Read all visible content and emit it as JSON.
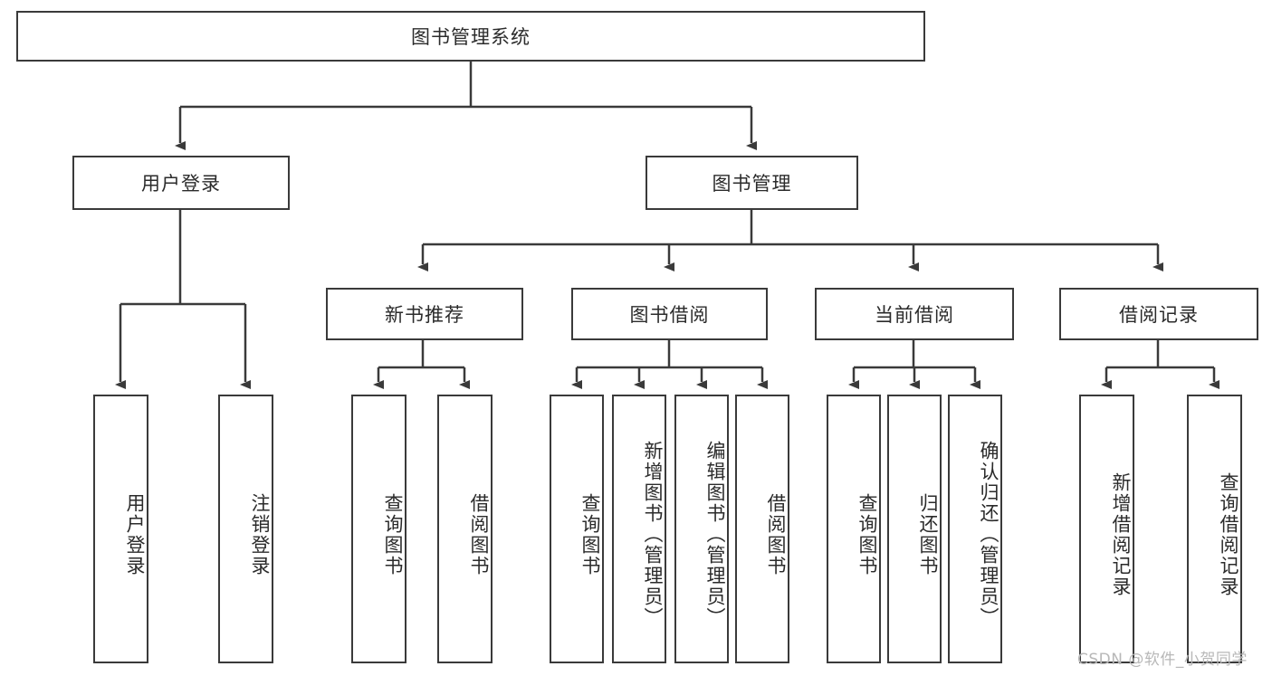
{
  "diagram": {
    "title": "图书管理系统",
    "watermark": "CSDN @软件_小贺同学",
    "stroke_color": "#3a3a3a",
    "text_color": "#2b2b2b",
    "background_color": "#ffffff",
    "nodes": {
      "root": {
        "label": "图书管理系统"
      },
      "level2": [
        {
          "label": "用户登录"
        },
        {
          "label": "图书管理"
        }
      ],
      "level3": [
        {
          "label": "新书推荐"
        },
        {
          "label": "图书借阅"
        },
        {
          "label": "当前借阅"
        },
        {
          "label": "借阅记录"
        }
      ],
      "leaves": {
        "user_login": [
          {
            "label": "用户登录"
          },
          {
            "label": "注销登录"
          }
        ],
        "new_book_recommend": [
          {
            "label": "查询图书"
          },
          {
            "label": "借阅图书"
          }
        ],
        "book_borrow": [
          {
            "label": "查询图书"
          },
          {
            "label": "新增图书（管理员）"
          },
          {
            "label": "编辑图书（管理员）"
          },
          {
            "label": "借阅图书"
          }
        ],
        "current_borrow": [
          {
            "label": "查询图书"
          },
          {
            "label": "归还图书"
          },
          {
            "label": "确认归还（管理员）"
          }
        ],
        "borrow_records": [
          {
            "label": "新增借阅记录"
          },
          {
            "label": "查询借阅记录"
          }
        ]
      }
    }
  }
}
